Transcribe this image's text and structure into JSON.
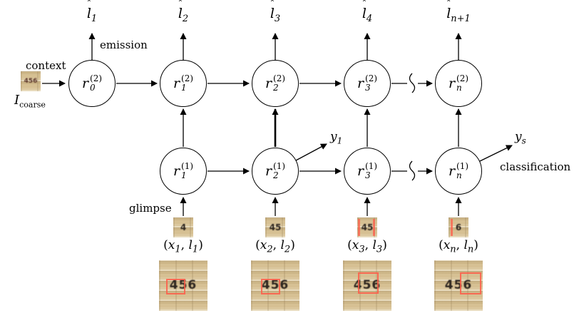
{
  "figure": {
    "background": "#ffffff",
    "line_color": "#000000"
  },
  "annotations": {
    "context": "context",
    "emission": "emission",
    "glimpse": "glimpse",
    "classification": "classification"
  },
  "coarse_input": {
    "base": "I",
    "sub": "coarse",
    "digits": "456"
  },
  "outputs": [
    {
      "hat": "ˆ",
      "base": "l",
      "sub": "1"
    },
    {
      "hat": "ˆ",
      "base": "l",
      "sub": "2"
    },
    {
      "hat": "ˆ",
      "base": "l",
      "sub": "3"
    },
    {
      "hat": "ˆ",
      "base": "l",
      "sub": "4"
    },
    {
      "hat": "ˆ",
      "base": "l",
      "sub": "n+1"
    }
  ],
  "top_nodes": [
    {
      "base": "r",
      "sup": "(2)",
      "sub": "0"
    },
    {
      "base": "r",
      "sup": "(2)",
      "sub": "1"
    },
    {
      "base": "r",
      "sup": "(2)",
      "sub": "2"
    },
    {
      "base": "r",
      "sup": "(2)",
      "sub": "3"
    },
    {
      "base": "r",
      "sup": "(2)",
      "sub": "n"
    }
  ],
  "bottom_nodes": [
    {
      "base": "r",
      "sup": "(1)",
      "sub": "1"
    },
    {
      "base": "r",
      "sup": "(1)",
      "sub": "2"
    },
    {
      "base": "r",
      "sup": "(1)",
      "sub": "3"
    },
    {
      "base": "r",
      "sup": "(1)",
      "sub": "n"
    }
  ],
  "side_outputs": {
    "y1": {
      "base": "y",
      "sub": "1"
    },
    "ys": {
      "base": "y",
      "sub": "s"
    }
  },
  "inputs": [
    {
      "open": "(",
      "x_base": "x",
      "x_sub": "1",
      "sep": ", ",
      "l_base": "l",
      "l_sub": "1",
      "close": ")",
      "glimpse_digits": "4",
      "image_digits": "456"
    },
    {
      "open": "(",
      "x_base": "x",
      "x_sub": "2",
      "sep": ", ",
      "l_base": "l",
      "l_sub": "2",
      "close": ")",
      "glimpse_digits": "45",
      "image_digits": "456"
    },
    {
      "open": "(",
      "x_base": "x",
      "x_sub": "3",
      "sep": ", ",
      "l_base": "l",
      "l_sub": "3",
      "close": ")",
      "glimpse_digits": "45",
      "image_digits": "456"
    },
    {
      "open": "(",
      "x_base": "x",
      "x_sub": "n",
      "sep": ", ",
      "l_base": "l",
      "l_sub": "n",
      "close": ")",
      "glimpse_digits": "6",
      "image_digits": "456"
    }
  ],
  "colors": {
    "brick": "#d6c093",
    "brick_light": "#ecdfba",
    "brick_shadow": "#b39a69",
    "digit": "#2e2620",
    "attention_box": "#ff5c49"
  }
}
